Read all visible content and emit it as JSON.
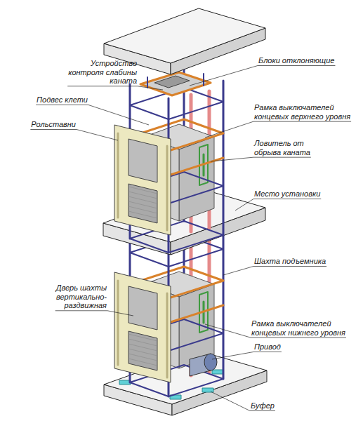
{
  "diagram": {
    "labels": [
      "Устройство контроля слабины каната",
      "Блоки отклоняющие",
      "Подвес клети",
      "Рамка выключателей концевых верхнего уровня",
      "Рольставни",
      "Ловитель от обрыва каната",
      "Место установки",
      "Шахта подъемника",
      "Дверь шахты вертикально-раздвижная",
      "Рамка выключателей концевых нижнего уровня",
      "Привод",
      "Буфер"
    ]
  }
}
